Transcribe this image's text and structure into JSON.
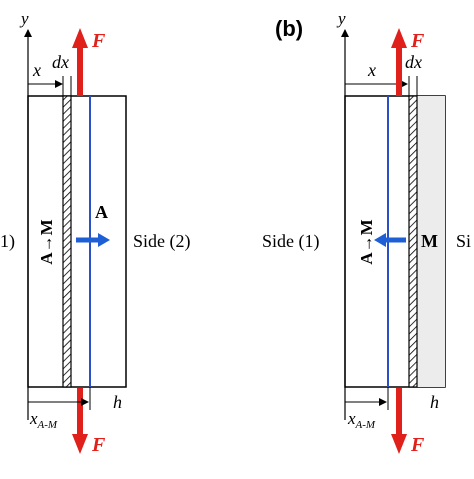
{
  "colors": {
    "force": "#e0201b",
    "interface": "#2a50c8",
    "arrow_blue": "#1f5fd6",
    "outline": "#000000",
    "shade": "#ececec"
  },
  "labels": {
    "force": "F",
    "axis_y": "y",
    "axis_x": "x",
    "width_dx": "dx",
    "depth_h": "h",
    "x_am_main": "x",
    "x_am_sub": "A-M",
    "a_to_m": "A→M",
    "a_to_m_left": "A→M",
    "arrow_a": "A",
    "arrow_m": "M"
  },
  "panel_a": {
    "side_left_partial": "1)",
    "side_right": "Side (2)"
  },
  "panel_b": {
    "tag": "(b)",
    "side_left": "Side (1)",
    "side_right_partial": "Si"
  }
}
